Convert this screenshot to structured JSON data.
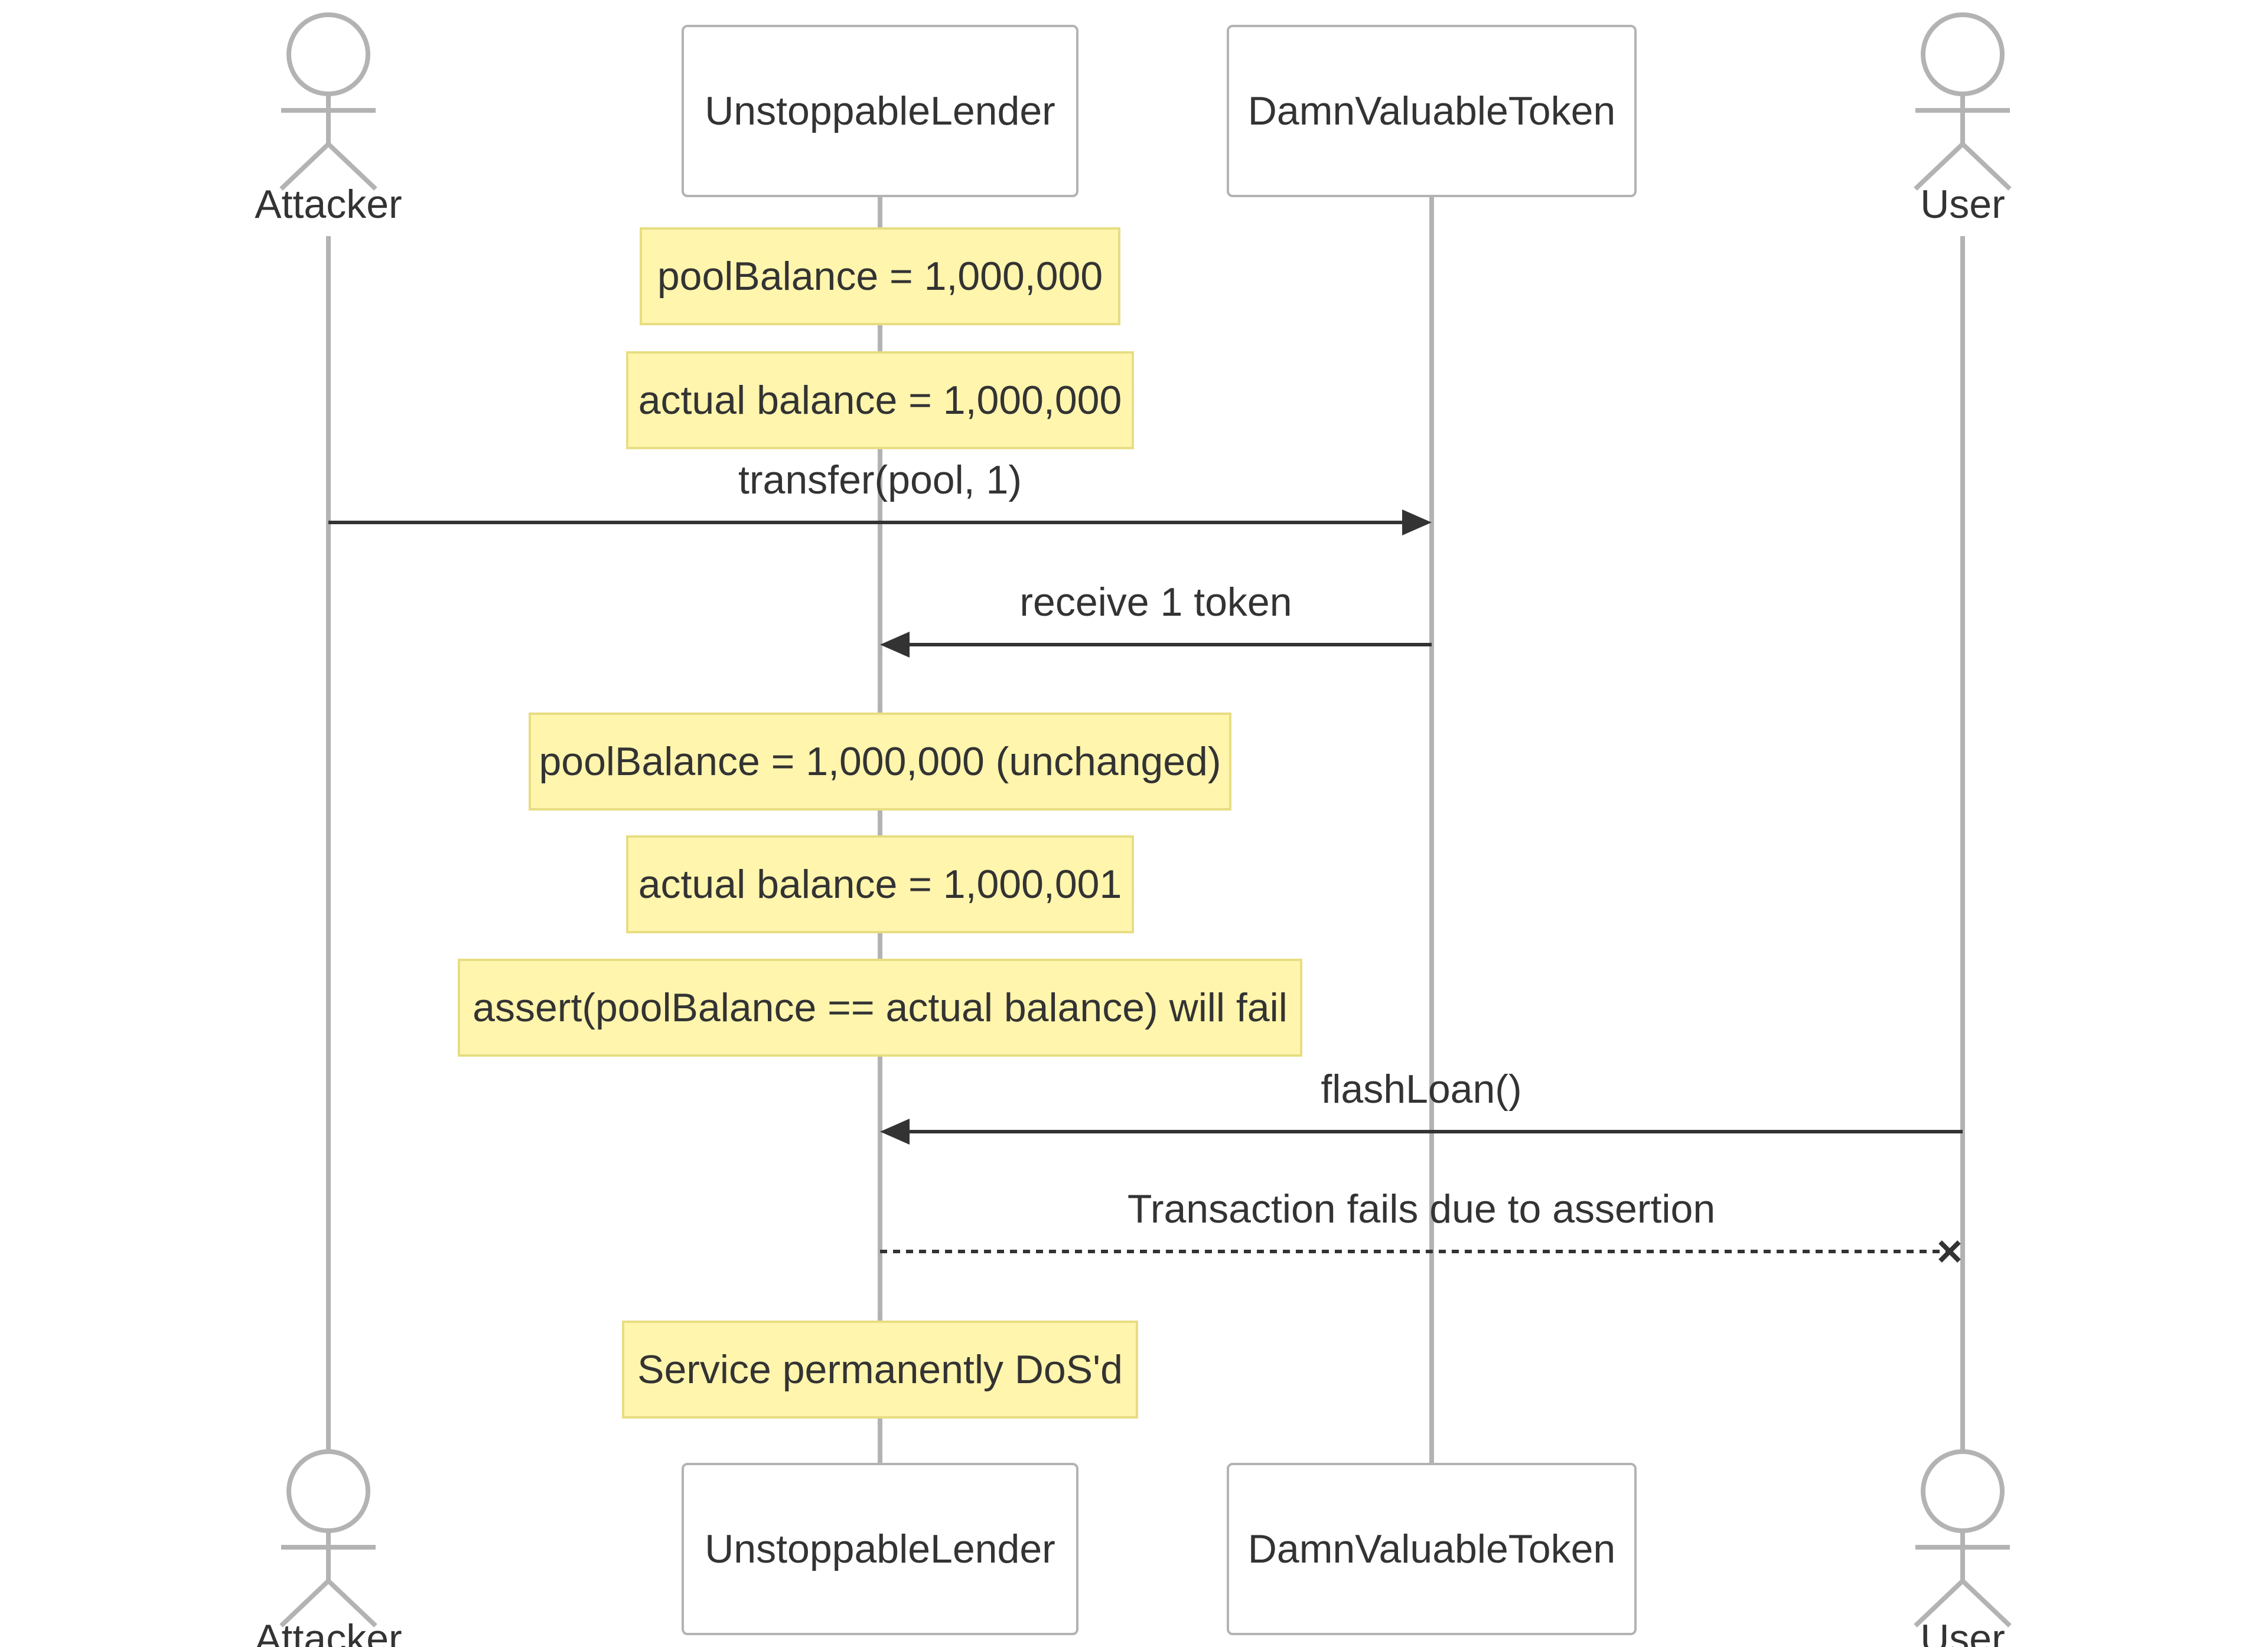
{
  "participants": [
    {
      "id": "attacker",
      "type": "actor",
      "label": "Attacker"
    },
    {
      "id": "lender",
      "type": "participant",
      "label": "UnstoppableLender"
    },
    {
      "id": "token",
      "type": "participant",
      "label": "DamnValuableToken"
    },
    {
      "id": "user",
      "type": "actor",
      "label": "User"
    }
  ],
  "events": [
    {
      "kind": "note",
      "over": "lender",
      "text": "poolBalance = 1,000,000"
    },
    {
      "kind": "note",
      "over": "lender",
      "text": "actual balance = 1,000,000"
    },
    {
      "kind": "message",
      "from": "attacker",
      "to": "token",
      "text": "transfer(pool, 1)",
      "style": "solid-arrow"
    },
    {
      "kind": "message",
      "from": "token",
      "to": "lender",
      "text": "receive 1 token",
      "style": "solid-arrow"
    },
    {
      "kind": "note",
      "over": "lender",
      "text": "poolBalance = 1,000,000 (unchanged)"
    },
    {
      "kind": "note",
      "over": "lender",
      "text": "actual balance = 1,000,001"
    },
    {
      "kind": "note",
      "over": "lender",
      "text": "assert(poolBalance == actual balance) will fail"
    },
    {
      "kind": "message",
      "from": "user",
      "to": "lender",
      "text": "flashLoan()",
      "style": "solid-arrow"
    },
    {
      "kind": "message",
      "from": "lender",
      "to": "user",
      "text": "Transaction fails due to assertion",
      "style": "dotted-cross"
    },
    {
      "kind": "note",
      "over": "lender",
      "text": "Service permanently DoS'd"
    }
  ],
  "colors": {
    "lifeline": "#b3b3b3",
    "note_fill": "#fff5ad",
    "note_border": "#e8dd82",
    "text": "#333333",
    "arrow": "#333333"
  }
}
